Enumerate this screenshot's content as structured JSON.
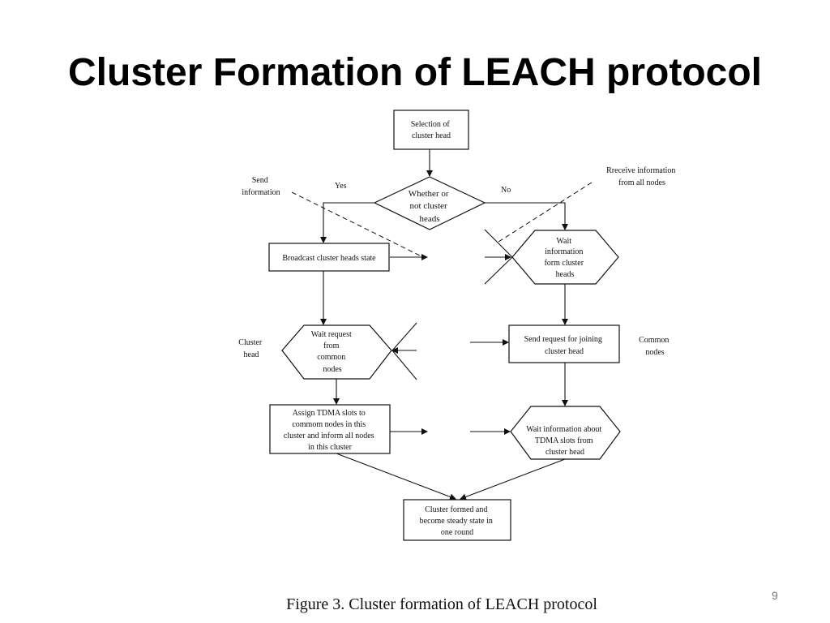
{
  "slide": {
    "title": "Cluster Formation of LEACH protocol",
    "caption": "Figure 3. Cluster formation of LEACH protocol",
    "number": "9"
  },
  "diagram": {
    "nodes": {
      "selection": [
        "Selection of",
        "cluster head"
      ],
      "decision": [
        "Whether or",
        "not cluster",
        "heads"
      ],
      "broadcast": [
        "Broadcast cluster heads state"
      ],
      "wait_info": [
        "Wait",
        "information",
        "form cluster",
        "heads"
      ],
      "wait_request": [
        "Wait request",
        "from",
        "common",
        "nodes"
      ],
      "send_request": [
        "Send request for joining",
        "cluster head"
      ],
      "assign_tdma": [
        "Assign TDMA slots to",
        "commom nodes in this",
        "cluster and inform all nodes",
        "in this cluster"
      ],
      "wait_tdma": [
        "Wait information about",
        "TDMA slots from",
        "cluster head"
      ],
      "formed": [
        "Cluster formed and",
        "become steady state in",
        "one round"
      ]
    },
    "labels": {
      "yes": "Yes",
      "no": "No",
      "send_information": [
        "Send",
        "information"
      ],
      "receive_information": [
        "Rreceive information",
        "from all nodes"
      ],
      "cluster_head": [
        "Cluster",
        "head"
      ],
      "common_nodes": [
        "Common",
        "nodes"
      ]
    }
  }
}
